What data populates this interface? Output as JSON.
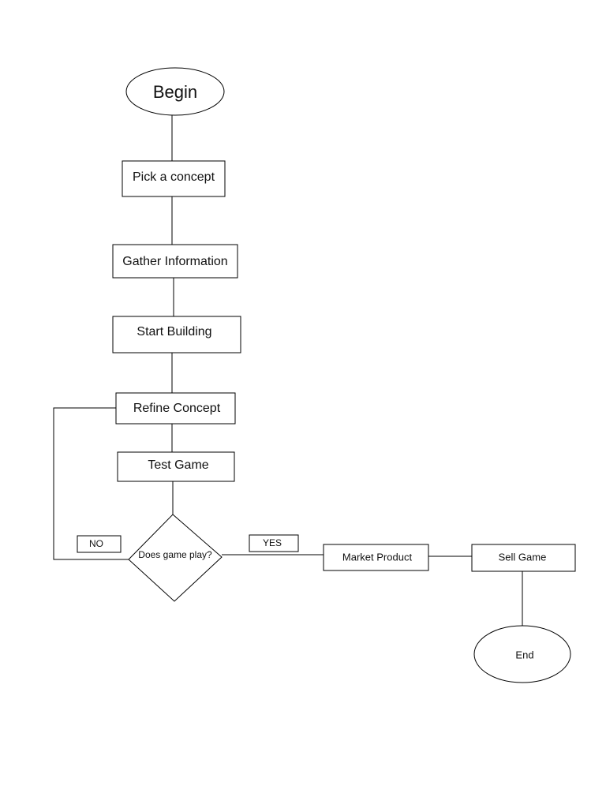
{
  "flowchart": {
    "nodes": {
      "begin": "Begin",
      "pick_concept": "Pick a concept",
      "gather_information": "Gather Information",
      "start_building": "Start Building",
      "refine_concept": "Refine Concept",
      "test_game": "Test Game",
      "decision": "Does game play?",
      "market_product": "Market Product",
      "sell_game": "Sell Game",
      "end": "End"
    },
    "edge_labels": {
      "no": "NO",
      "yes": "YES"
    }
  }
}
